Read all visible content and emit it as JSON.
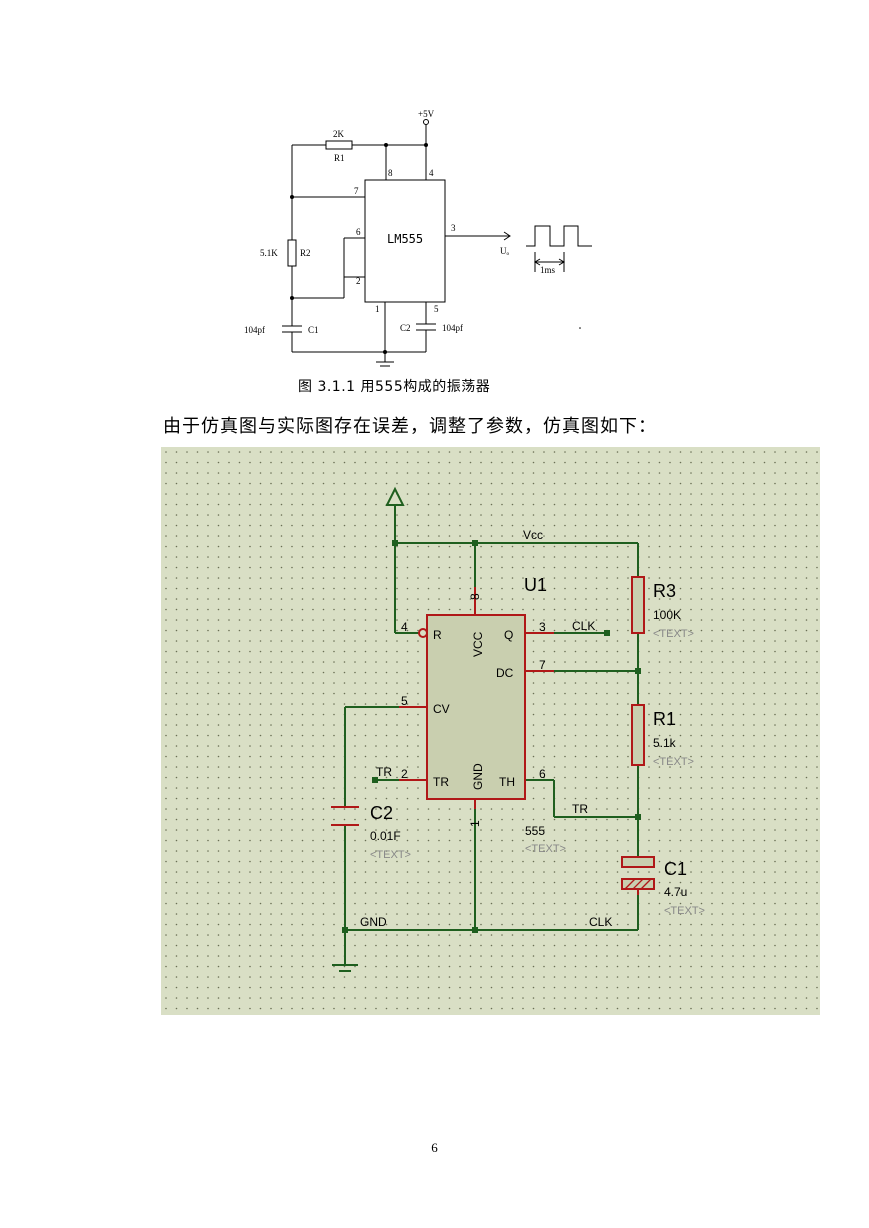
{
  "figure1": {
    "supply": "+5V",
    "chip": "LM555",
    "r1_value": "2K",
    "r1_name": "R1",
    "r2_value": "5.1K",
    "r2_name": "R2",
    "c1_value": "104pf",
    "c1_name": "C1",
    "c2_name": "C2",
    "c2_value": "104pf",
    "pins": {
      "p8": "8",
      "p4": "4",
      "p7": "7",
      "p6": "6",
      "p2": "2",
      "p3": "3",
      "p1": "1",
      "p5": "5"
    },
    "output_label": "Uₒ",
    "period_label": "1ms"
  },
  "caption": "图 3.1.1  用555构成的振荡器",
  "paragraph": "由于仿真图与实际图存在误差，调整了参数，仿真图如下：",
  "simulation": {
    "net_vcc": "Vcc",
    "chip_name": "U1",
    "chip_type": "555",
    "chip_text": "<TEXT>",
    "pin_labels": {
      "r": "R",
      "vcc": "VCC",
      "q": "Q",
      "dc": "DC",
      "cv": "CV",
      "tr": "TR",
      "gnd": "GND",
      "th": "TH"
    },
    "pin_numbers": {
      "p4": "4",
      "p8": "8",
      "p3": "3",
      "p7": "7",
      "p5": "5",
      "p2": "2",
      "p6": "6",
      "p1": "1"
    },
    "net_clk_top": "CLK",
    "net_tr_left": "TR",
    "net_tr_right": "TR",
    "net_gnd": "GND",
    "net_clk_bottom": "CLK",
    "r3": {
      "name": "R3",
      "value": "100K",
      "text": "<TEXT>"
    },
    "r1": {
      "name": "R1",
      "value": "5.1k",
      "text": "<TEXT>"
    },
    "c1": {
      "name": "C1",
      "value": "4.7u",
      "text": "<TEXT>"
    },
    "c2": {
      "name": "C2",
      "value": "0.01F",
      "text": "<TEXT>"
    },
    "colors": {
      "background": "#d9dfc5",
      "wire": "#1f5f1f",
      "component": "#b01818",
      "chip_fill": "#c9cfaf"
    }
  },
  "page_number": "6"
}
